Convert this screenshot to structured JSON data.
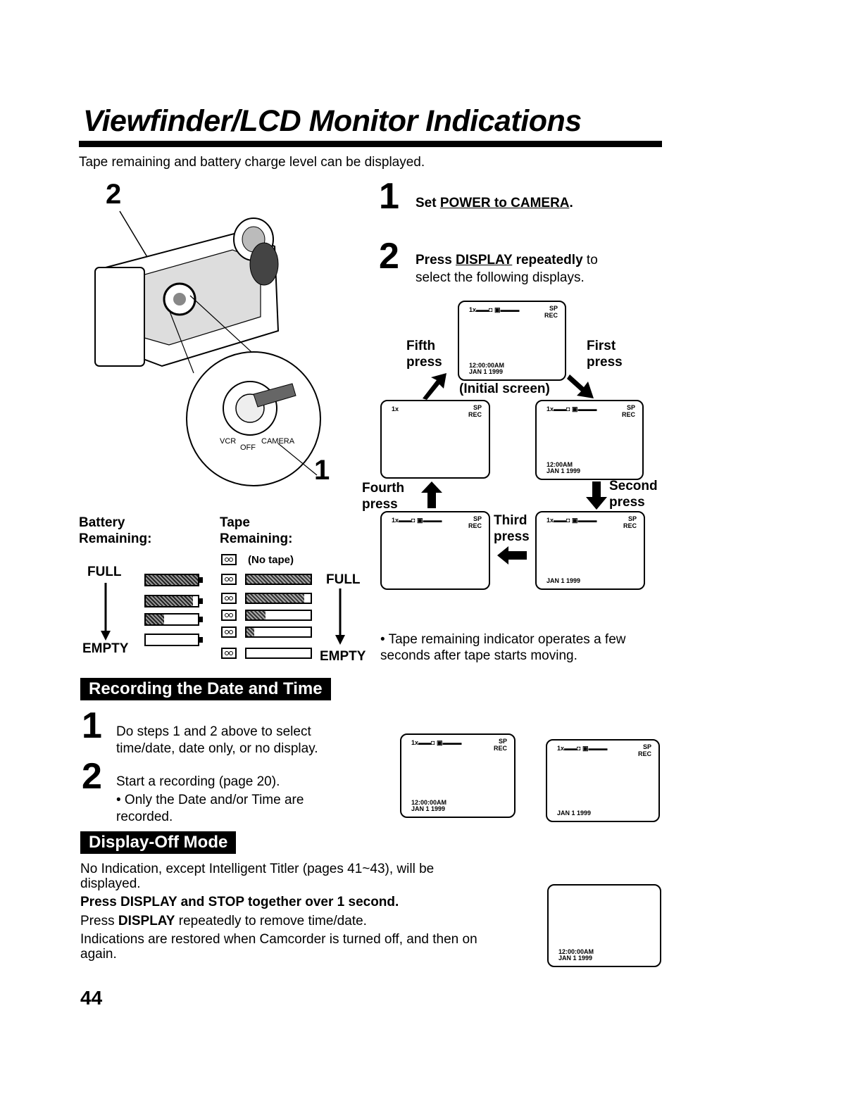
{
  "page": {
    "title": "Viewfinder/LCD Monitor Indications",
    "intro": "Tape remaining and battery charge level can be displayed.",
    "page_number": "44"
  },
  "figure": {
    "callout_2": "2",
    "callout_1": "1",
    "switch_vcr": "VCR",
    "switch_off": "OFF",
    "switch_camera": "CAMERA"
  },
  "steps": {
    "s1_num": "1",
    "s1_pre": "Set ",
    "s1_link": "POWER to CAMERA",
    "s1_post": ".",
    "s2_num": "2",
    "s2_pre": "Press ",
    "s2_link": "DISPLAY",
    "s2_bold": " repeatedly",
    "s2_post": " to select the following displays."
  },
  "cycle": {
    "fifth": "Fifth",
    "press": "press",
    "first": "First",
    "initial": "(Initial screen)",
    "fourth": "Fourth",
    "second": "Second",
    "third": "Third",
    "screen_top_full": "1x▬▬◘ ▣▬▬▬",
    "screen_top_1x": "1x",
    "sp": "SP",
    "rec": "REC",
    "time_full": "12:00:00AM",
    "time_short": "12:00AM",
    "date": "JAN  1 1999"
  },
  "gauges": {
    "battery_label_1": "Battery",
    "battery_label_2": "Remaining:",
    "tape_label_1": "Tape",
    "tape_label_2": "Remaining:",
    "no_tape": "(No tape)",
    "full": "FULL",
    "empty": "EMPTY",
    "battery_levels": [
      1.0,
      0.9,
      0.35,
      0.0
    ],
    "tape_levels": [
      1.0,
      0.9,
      0.3,
      0.12,
      0.0
    ]
  },
  "tape_note": "• Tape remaining indicator operates a few seconds after tape starts moving.",
  "recording": {
    "heading": "Recording the Date and Time",
    "n1": "1",
    "t1": "Do steps 1 and 2 above to select time/date, date only, or no display.",
    "n2": "2",
    "t2": "Start a recording (page 20).",
    "t3": "• Only the Date and/or Time are recorded."
  },
  "display_off": {
    "heading": "Display-Off Mode",
    "p1": "No Indication, except Intelligent Titler (pages 41~43), will be displayed.",
    "p2": "Press DISPLAY and STOP together over 1 second.",
    "p3_pre": "Press ",
    "p3_bold": "DISPLAY",
    "p3_post": " repeatedly to remove time/date.",
    "p4": "Indications are restored when Camcorder is turned off, and then on again."
  }
}
